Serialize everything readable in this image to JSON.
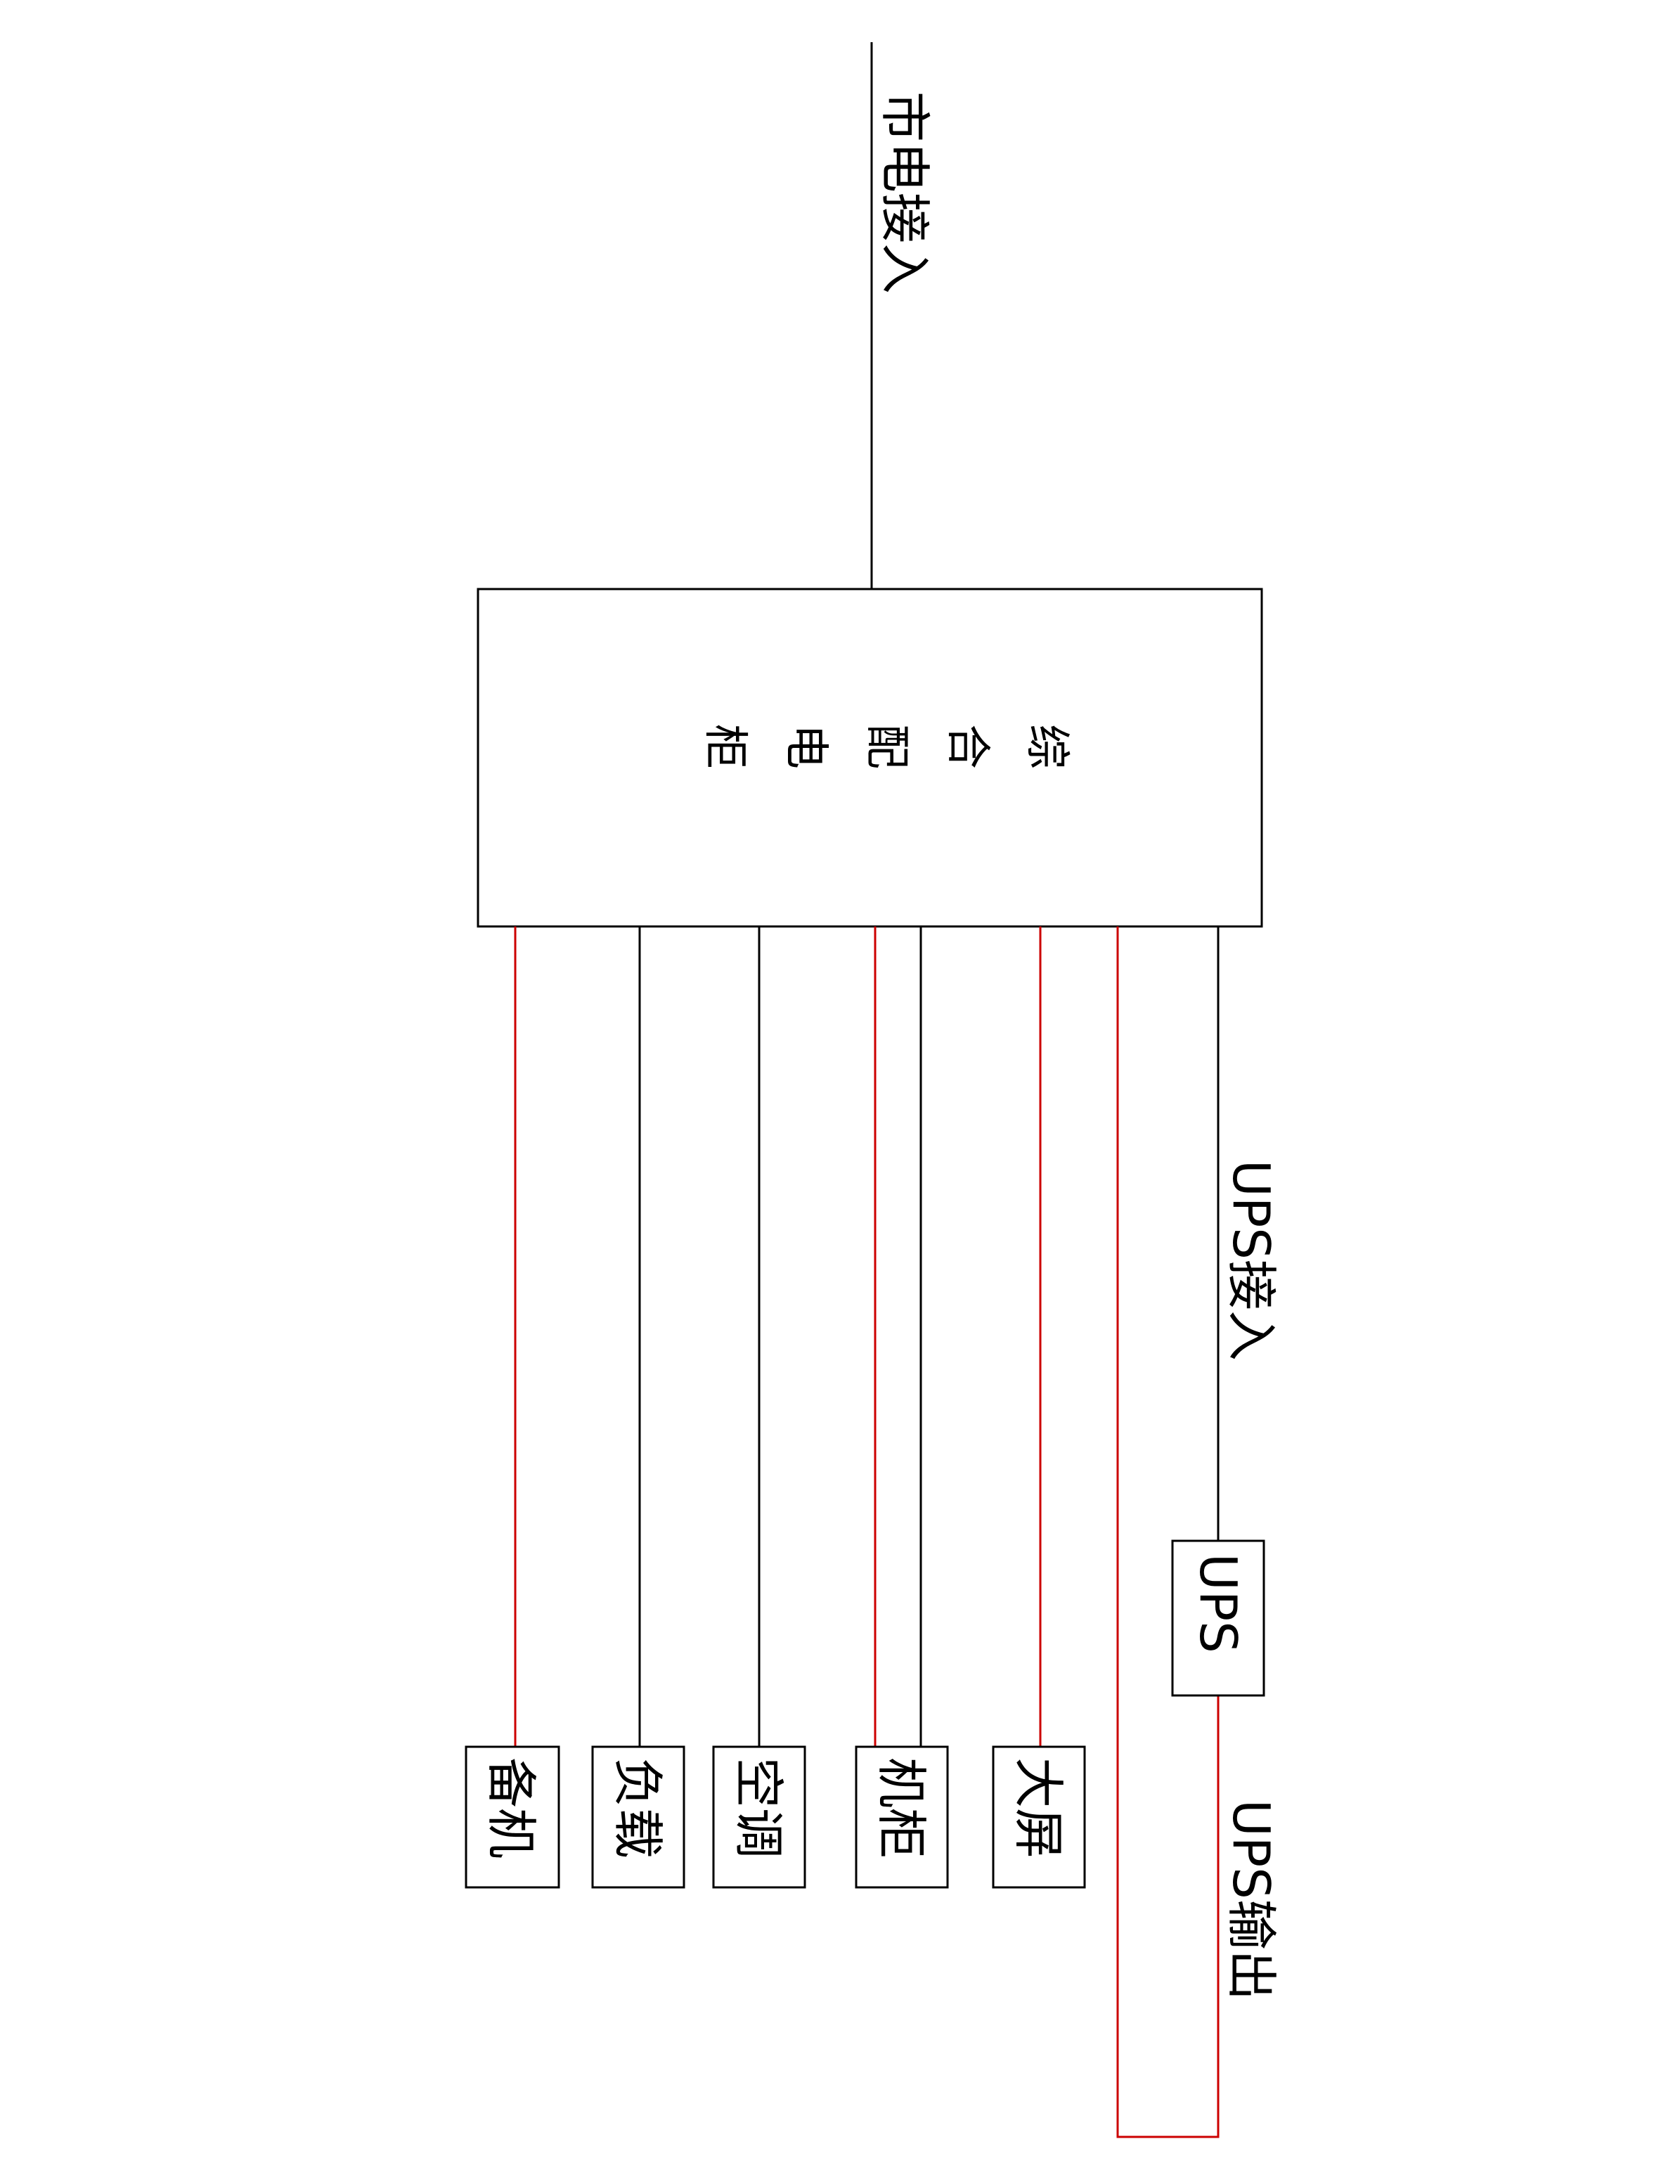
{
  "labels": {
    "mains_input": "市电接入",
    "cabinet_col1": "综",
    "cabinet_col2": "合",
    "cabinet_col3": "配",
    "cabinet_col4": "电",
    "cabinet_col5": "柜",
    "ups_input": "UPS接入",
    "ups_box": "UPS",
    "ups_output": "UPS输出",
    "load_big_screen": "大屏",
    "load_rack": "机柜",
    "load_ac": "空调",
    "load_general": "负载",
    "load_standby": "备机"
  },
  "colors": {
    "mains_wire": "#000000",
    "ups_wire": "#cc0000"
  }
}
